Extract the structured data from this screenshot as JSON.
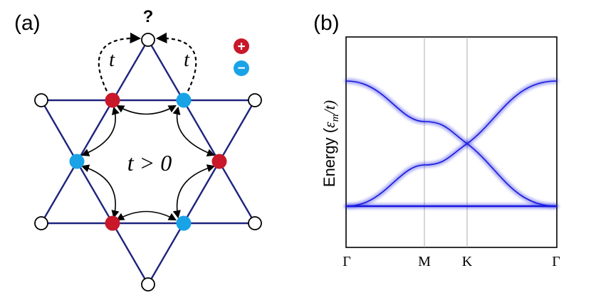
{
  "panel_a": {
    "label": "(a)",
    "question": "?",
    "hop_left": "t",
    "hop_right": "t",
    "center": "t > 0",
    "legend": [
      {
        "symbol": "+",
        "color": "#c8182a"
      },
      {
        "symbol": "−",
        "color": "#19a3e6"
      }
    ],
    "colors": {
      "lattice": "#1e237e",
      "plus": "#c8182a",
      "minus": "#19a3e6",
      "empty": "#ffffff"
    }
  },
  "panel_b": {
    "label": "(b)",
    "ylabel_text": "Energy (",
    "ylabel_math": "ε",
    "ylabel_sub": "m",
    "ylabel_tail": "/t)",
    "xticks": [
      "Γ",
      "M",
      "K",
      "Γ"
    ],
    "band_color": "#1818e0"
  }
}
